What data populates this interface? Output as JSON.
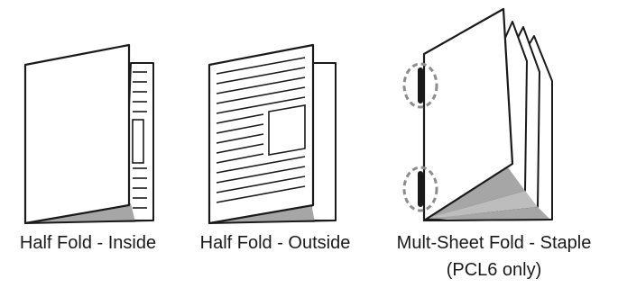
{
  "figure": {
    "options": [
      {
        "id": "half-fold-inside",
        "label": "Half Fold - Inside"
      },
      {
        "id": "half-fold-outside",
        "label": "Half Fold - Outside"
      },
      {
        "id": "multi-sheet-fold-staple",
        "label": "Mult-Sheet Fold - Staple",
        "note": "(PCL6 only)"
      }
    ],
    "colors": {
      "outline": "#1a1a1a",
      "fold_shadow": "#a6a6a6",
      "paper": "#ffffff",
      "staple_marker": "#8c8c8c"
    },
    "icons": [
      "folded-booklet-icon",
      "folded-booklet-icon",
      "stapled-booklet-icon"
    ]
  }
}
